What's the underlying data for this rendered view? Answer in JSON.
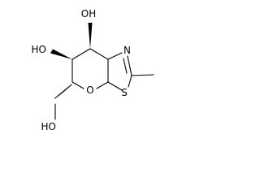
{
  "molecule": {
    "atoms": {
      "oh_top": "OH",
      "ho_left": "HO",
      "ho_bottom": "HO",
      "n": "N",
      "o_ring": "O",
      "s": "S"
    }
  }
}
